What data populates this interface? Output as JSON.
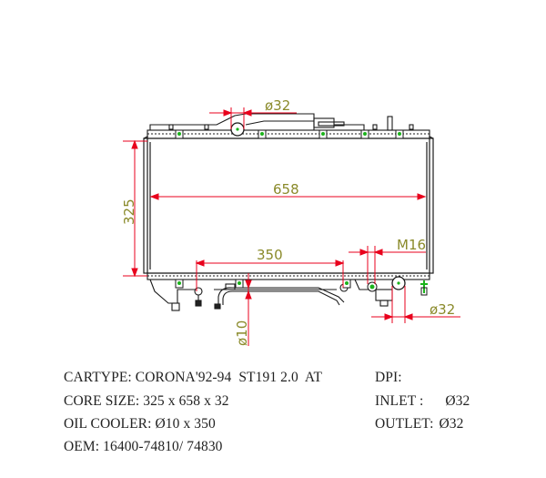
{
  "drawing": {
    "dimensions": {
      "height": "325",
      "width": "658",
      "oil_cooler_length": "350",
      "oil_cooler_dia": "ø10",
      "inlet_dia": "ø32",
      "outlet_dia": "ø32",
      "drain_thread": "M16"
    },
    "colors": {
      "outline": "#1a1a1a",
      "dimension": "#e8001c",
      "dim_text": "#8a8a2a",
      "bolt": "#1bb31b"
    }
  },
  "specs": {
    "left": [
      {
        "label": "CARTYPE:",
        "value": "CORONA'92-94  ST191 2.0  AT"
      },
      {
        "label": "CORE SIZE:",
        "value": "325 x 658 x 32"
      },
      {
        "label": "OIL COOLER:",
        "value": "Ø10 x 350"
      },
      {
        "label": "OEM:",
        "value": "16400-74810/ 74830"
      }
    ],
    "right": [
      {
        "label": "DPI:",
        "value": ""
      },
      {
        "label": "INLET :",
        "value": "Ø32"
      },
      {
        "label": "OUTLET:",
        "value": "Ø32"
      }
    ]
  }
}
